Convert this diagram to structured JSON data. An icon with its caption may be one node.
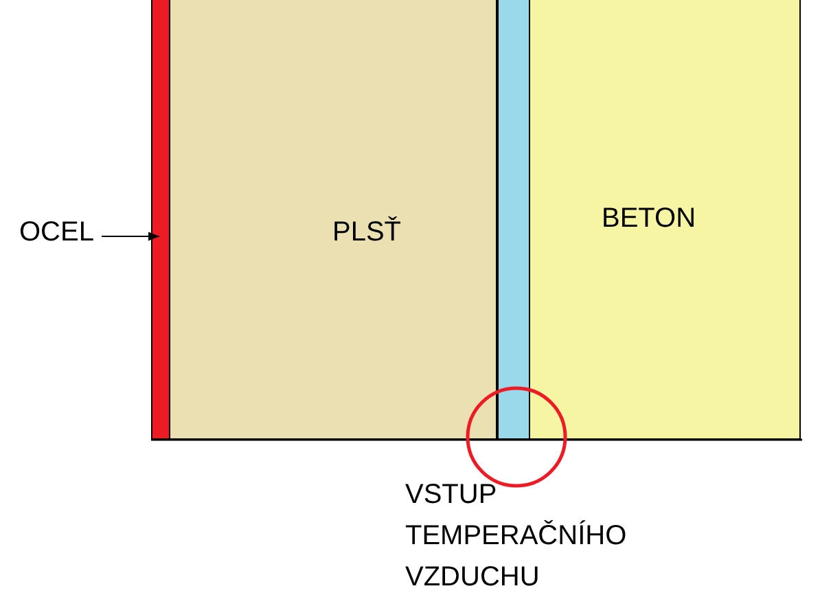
{
  "diagram": {
    "nodes": [
      {
        "text": [
          "OCEL"
        ]
      },
      {
        "text": [],
        "shape": "bar"
      },
      {
        "text": [
          "PLSŤ"
        ]
      },
      {
        "text": [],
        "shape": "bar"
      },
      {
        "text": [
          "BETON"
        ]
      },
      {
        "text": [],
        "shape": "circle"
      }
    ],
    "edges": [
      {
        "from": 0,
        "to": 1,
        "arrow": "to"
      }
    ],
    "labels": [
      "VSTUP TEMPERAČNÍHO VZDUCHU"
    ]
  }
}
